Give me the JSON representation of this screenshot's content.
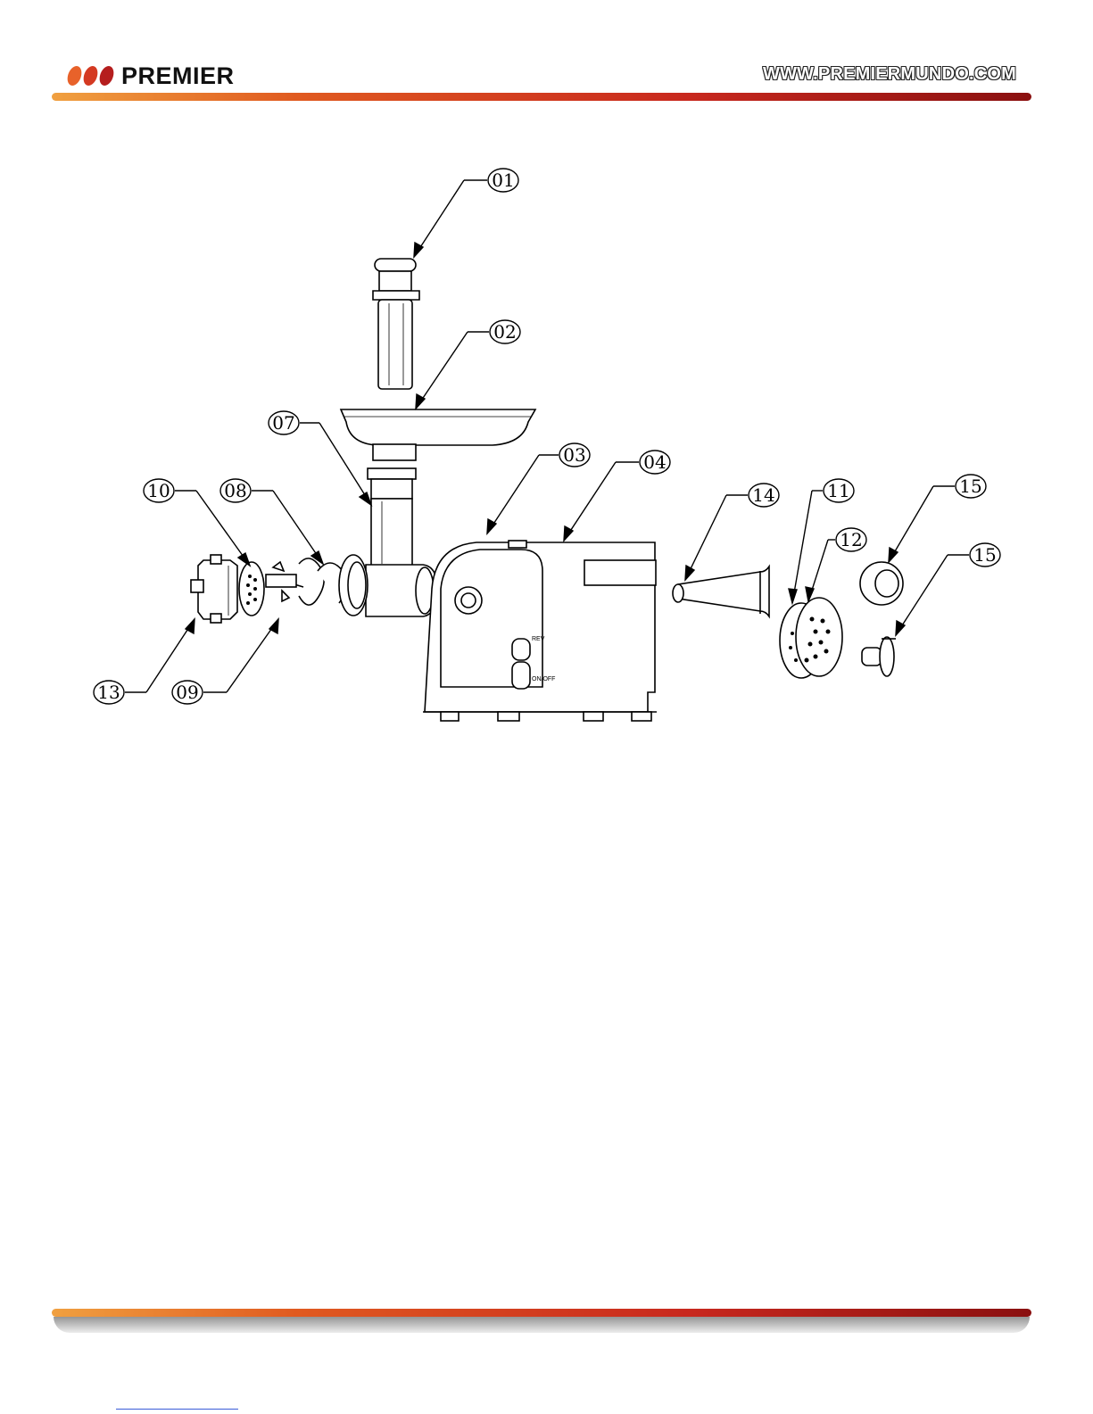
{
  "header": {
    "brand": "PREMIER",
    "url": "WWW.PREMIERMUNDO.COM",
    "logo_dot_colors": [
      "#e8622a",
      "#d43a22",
      "#b51e1e"
    ],
    "bar_gradient": [
      "#f0a040",
      "#e05a20",
      "#c8281e",
      "#8a1010"
    ]
  },
  "diagram": {
    "callouts": [
      "01",
      "02",
      "03",
      "04",
      "07",
      "08",
      "09",
      "10",
      "11",
      "12",
      "13",
      "14",
      "15",
      "15"
    ],
    "switch_labels": [
      "REV",
      "ON/OFF"
    ]
  }
}
